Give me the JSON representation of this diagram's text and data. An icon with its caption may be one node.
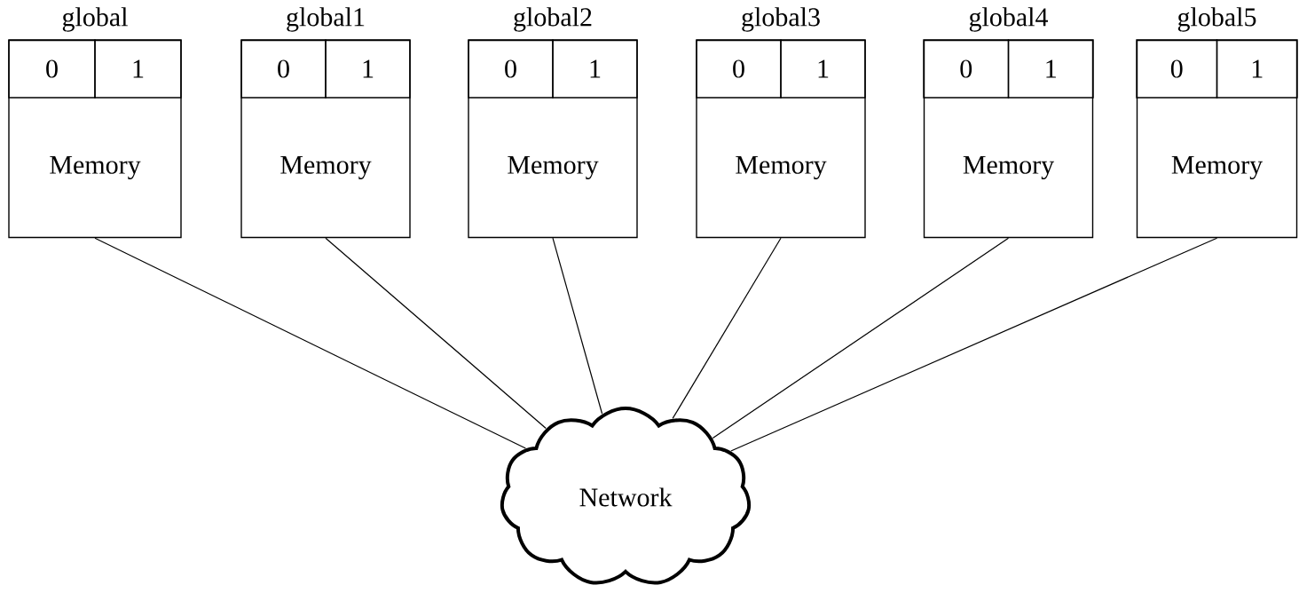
{
  "diagram": {
    "nodes": [
      {
        "text": [
          "global",
          "Memory"
        ]
      },
      {
        "text": [
          "0"
        ],
        "in": 0
      },
      {
        "text": [
          "1"
        ],
        "in": 0
      },
      {
        "text": [
          "global1",
          "Memory"
        ]
      },
      {
        "text": [
          "0"
        ],
        "in": 3
      },
      {
        "text": [
          "1"
        ],
        "in": 3
      },
      {
        "text": [
          "global2",
          "Memory"
        ]
      },
      {
        "text": [
          "0"
        ],
        "in": 6
      },
      {
        "text": [
          "1"
        ],
        "in": 6
      },
      {
        "text": [
          "global3",
          "Memory"
        ]
      },
      {
        "text": [
          "0"
        ],
        "in": 9
      },
      {
        "text": [
          "1"
        ],
        "in": 9
      },
      {
        "text": [
          "global4",
          "Memory"
        ]
      },
      {
        "text": [
          "0"
        ],
        "in": 12
      },
      {
        "text": [
          "1"
        ],
        "in": 12
      },
      {
        "text": [
          "global5",
          "Memory"
        ]
      },
      {
        "text": [
          "0"
        ],
        "in": 15
      },
      {
        "text": [
          "1"
        ],
        "in": 15
      },
      {
        "text": [
          "Network"
        ]
      }
    ],
    "edges": [
      {
        "from": 0,
        "to": 18,
        "arrow": "none"
      },
      {
        "from": 3,
        "to": 18,
        "arrow": "none"
      },
      {
        "from": 6,
        "to": 18,
        "arrow": "none"
      },
      {
        "from": 9,
        "to": 18,
        "arrow": "none"
      },
      {
        "from": 12,
        "to": 18,
        "arrow": "none"
      },
      {
        "from": 15,
        "to": 18,
        "arrow": "none"
      }
    ]
  }
}
